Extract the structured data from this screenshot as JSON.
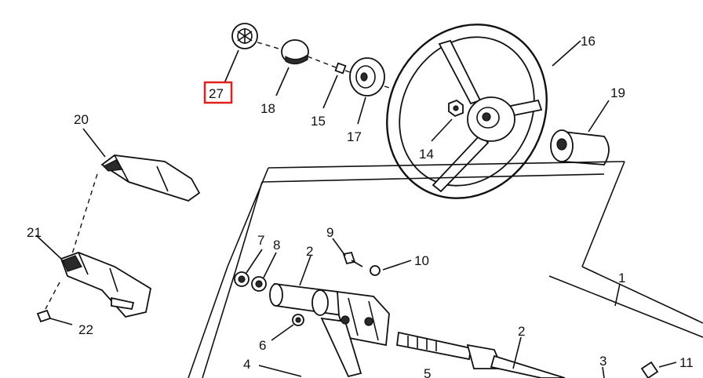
{
  "labels": {
    "l1": "1",
    "l2a": "2",
    "l2b": "2",
    "l3": "3",
    "l4": "4",
    "l5": "5",
    "l6": "6",
    "l7": "7",
    "l8": "8",
    "l9": "9",
    "l10": "10",
    "l11": "11",
    "l14": "14",
    "l15": "15",
    "l16": "16",
    "l17": "17",
    "l18": "18",
    "l19": "19",
    "l20": "20",
    "l21": "21",
    "l22": "22",
    "l27": "27"
  },
  "highlight": {
    "label": "27",
    "color": "#e0201b"
  }
}
